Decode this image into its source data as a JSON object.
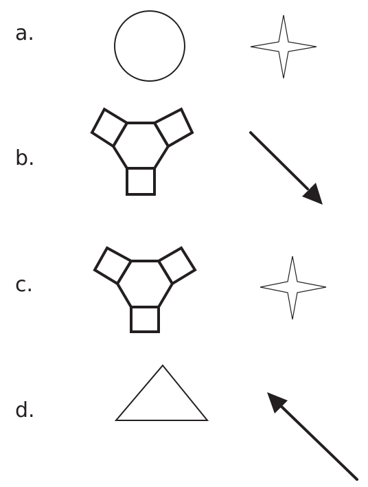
{
  "rows": [
    {
      "label": "a.",
      "left_shape": "circle",
      "right_shape": "four-point-star"
    },
    {
      "label": "b.",
      "left_shape": "hexagon-with-squares",
      "right_shape": "arrow-down-right"
    },
    {
      "label": "c.",
      "left_shape": "hexagon-with-squares",
      "right_shape": "four-point-star"
    },
    {
      "label": "d.",
      "left_shape": "triangle",
      "right_shape": "arrow-up-left"
    }
  ],
  "colors": {
    "ink": "#231f20",
    "background": "#ffffff"
  }
}
